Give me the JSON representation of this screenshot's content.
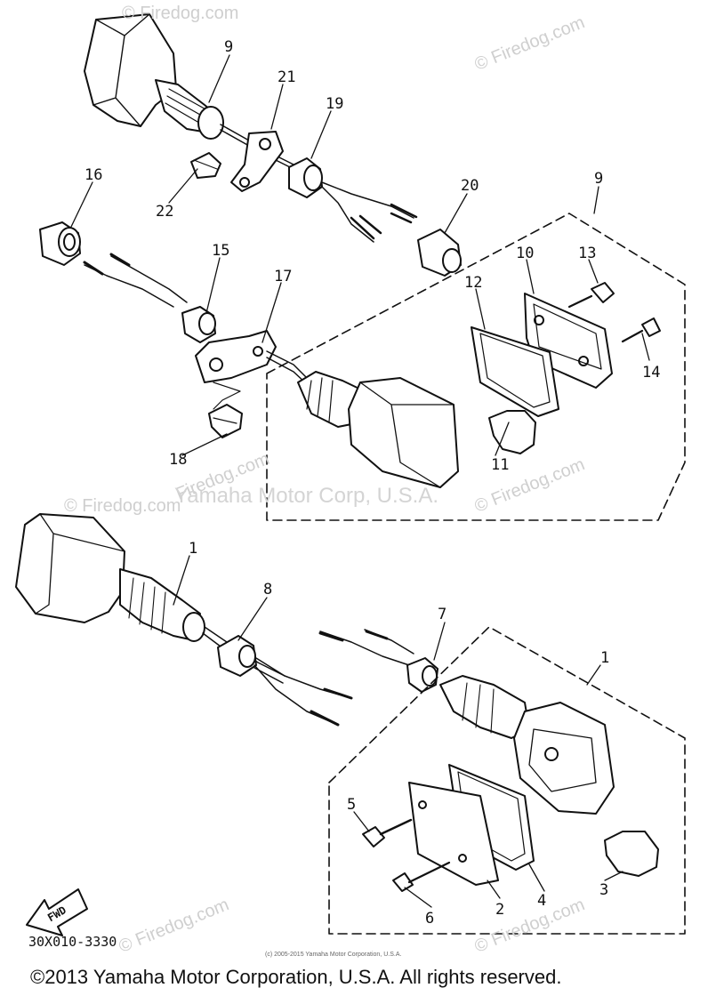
{
  "callouts": [
    "9",
    "21",
    "19",
    "16",
    "22",
    "20",
    "9",
    "13",
    "10",
    "15",
    "17",
    "12",
    "14",
    "18",
    "11",
    "1",
    "8",
    "7",
    "1",
    "5",
    "6",
    "2",
    "4",
    "3"
  ],
  "diagram_code": "30X010-3330",
  "fwd_label": "FWD",
  "watermarks": {
    "firedog": "© Firedog.com",
    "firedog_plain": "Firedog.com",
    "yamaha": "Yamaha Motor Corp, U.S.A."
  },
  "fine_print": "(c) 2005-2015 Yamaha Motor Corporation, U.S.A.",
  "copyright": "©2013 Yamaha Motor Corporation, U.S.A. All rights reserved."
}
